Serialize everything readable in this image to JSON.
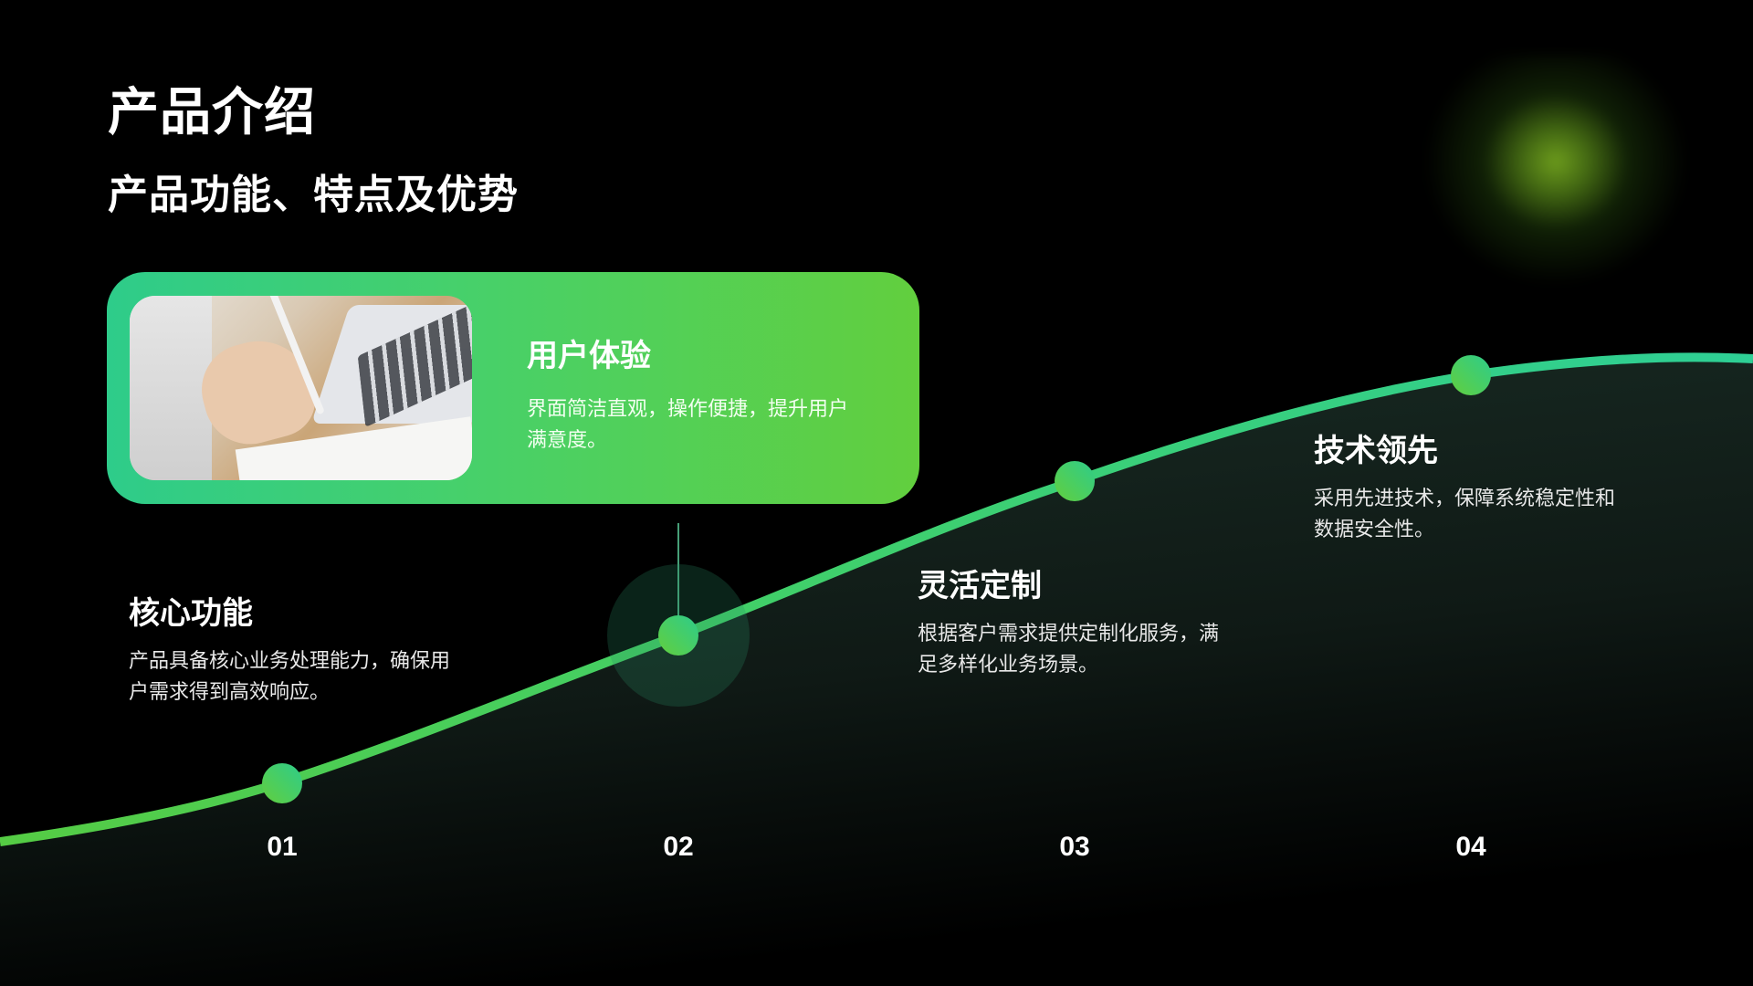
{
  "slide": {
    "title": "产品介绍",
    "subtitle": "产品功能、特点及优势"
  },
  "highlight_card": {
    "image": "woman-writing-with-laptop-photo",
    "title": "用户体验",
    "description": "界面简洁直观，操作便捷，提升用户满意度。"
  },
  "features": [
    {
      "number": "01",
      "title": "核心功能",
      "description": "产品具备核心业务处理能力，确保用户需求得到高效响应。"
    },
    {
      "number": "02",
      "title": "用户体验",
      "description": "界面简洁直观，操作便捷，提升用户满意度。"
    },
    {
      "number": "03",
      "title": "灵活定制",
      "description": "根据客户需求提供定制化服务，满足多样化业务场景。"
    },
    {
      "number": "04",
      "title": "技术领先",
      "description": "采用先进技术，保障系统稳定性和数据安全性。"
    }
  ],
  "colors": {
    "background": "#000000",
    "accent_green": "#62cf3e",
    "accent_teal": "#2ecc8a",
    "area_fill": "#16261f",
    "glow": "#73a51e"
  }
}
